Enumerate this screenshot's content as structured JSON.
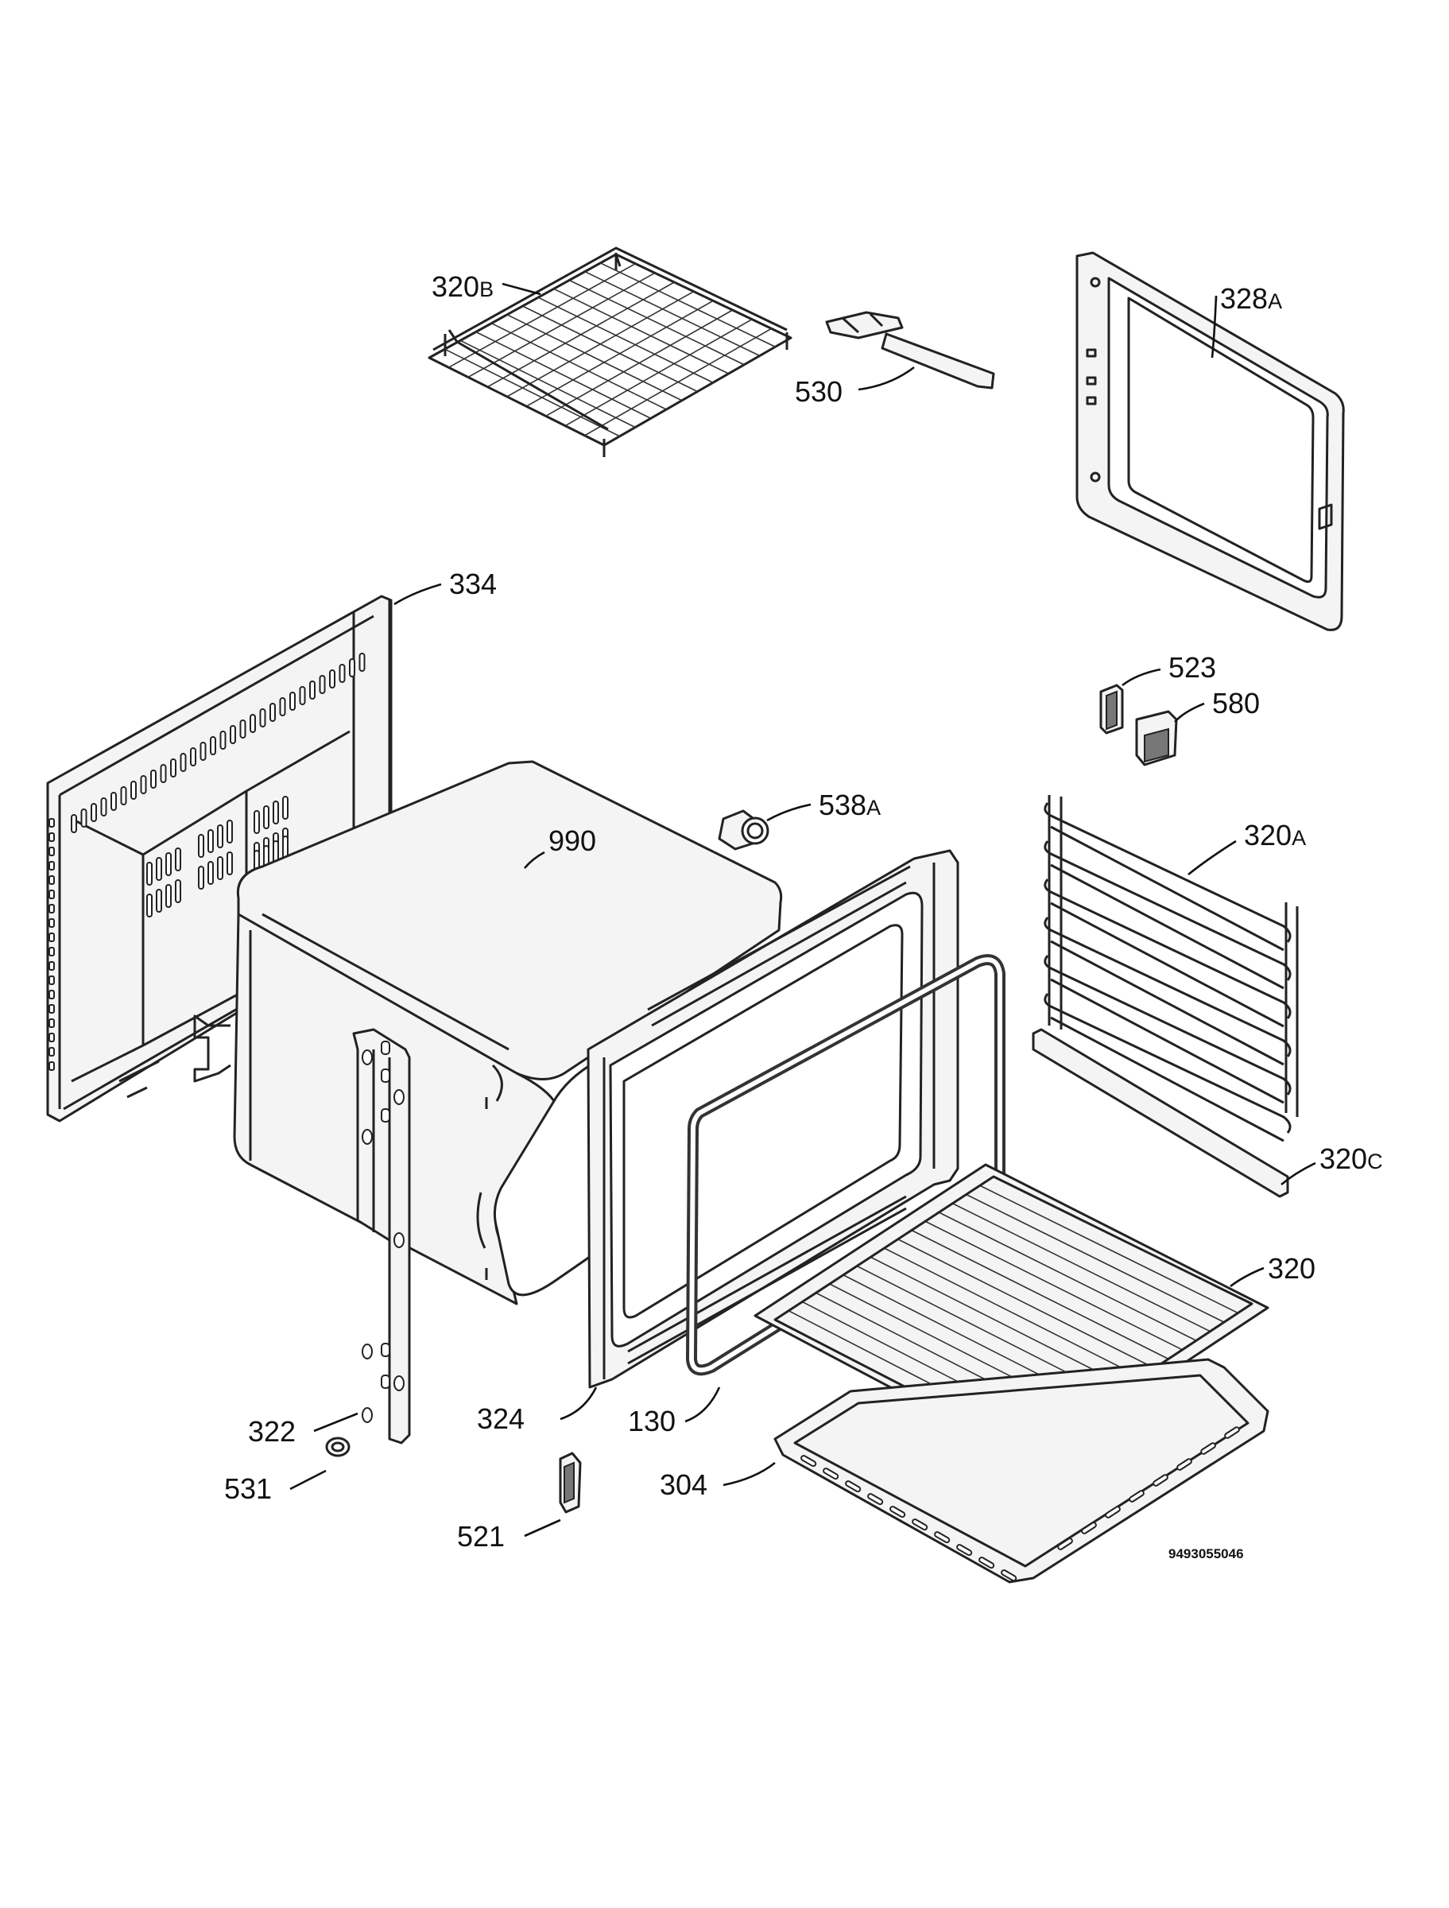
{
  "diagram_code": "9493055046",
  "parts": [
    {
      "id": "p320B",
      "number": "320",
      "suffix": "B"
    },
    {
      "id": "p530",
      "number": "530",
      "suffix": ""
    },
    {
      "id": "p328A",
      "number": "328",
      "suffix": "A"
    },
    {
      "id": "p334",
      "number": "334",
      "suffix": ""
    },
    {
      "id": "p523",
      "number": "523",
      "suffix": ""
    },
    {
      "id": "p580",
      "number": "580",
      "suffix": ""
    },
    {
      "id": "p538A",
      "number": "538",
      "suffix": "A"
    },
    {
      "id": "p990",
      "number": "990",
      "suffix": ""
    },
    {
      "id": "p320A",
      "number": "320",
      "suffix": "A"
    },
    {
      "id": "p320C",
      "number": "320",
      "suffix": "C"
    },
    {
      "id": "p320",
      "number": "320",
      "suffix": ""
    },
    {
      "id": "p322",
      "number": "322",
      "suffix": ""
    },
    {
      "id": "p324",
      "number": "324",
      "suffix": ""
    },
    {
      "id": "p130",
      "number": "130",
      "suffix": ""
    },
    {
      "id": "p531",
      "number": "531",
      "suffix": ""
    },
    {
      "id": "p304",
      "number": "304",
      "suffix": ""
    },
    {
      "id": "p521",
      "number": "521",
      "suffix": ""
    }
  ]
}
